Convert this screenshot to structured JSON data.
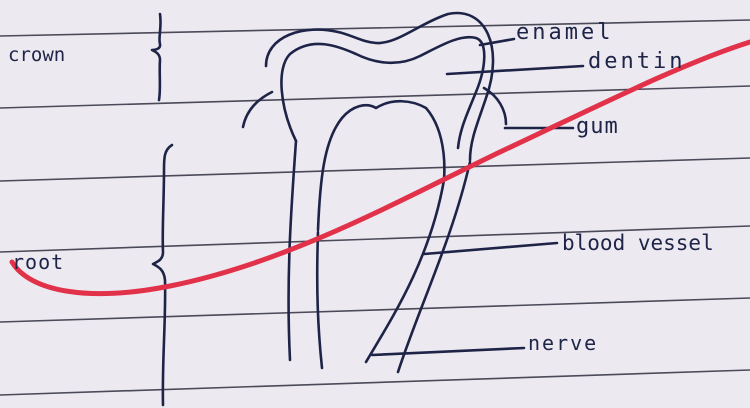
{
  "labels": {
    "crown": "crown",
    "root": "root",
    "enamel": "enamel",
    "dentin": "dentin",
    "gum": "gum",
    "blood_vessel": "blood vessel",
    "nerve": "nerve"
  },
  "colors": {
    "paper": "#ece9f1",
    "ruled_line": "#4a4a58",
    "ink": "#1e2447",
    "red_mark": "#e1324a"
  }
}
